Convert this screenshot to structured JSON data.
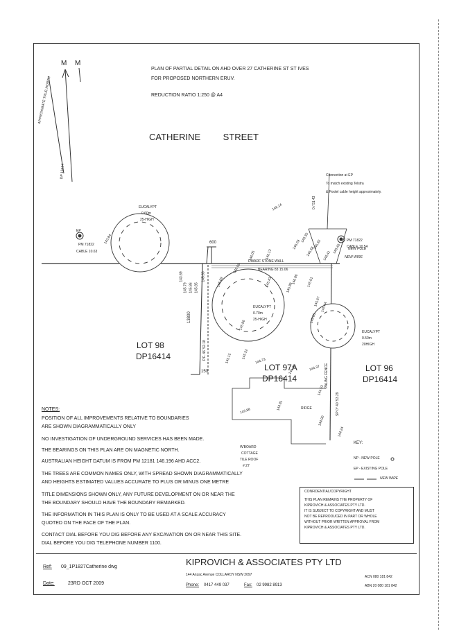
{
  "header": {
    "line1": "PLAN OF PARTIAL DETAIL ON AHD OVER 27 CATHERINE ST ST IVES",
    "line2": "FOR PROPOSED NORTHERN ERUV.",
    "reduction": "REDUCTION RATIO 1:250 @ A4"
  },
  "north": {
    "labels": [
      "M",
      "M"
    ],
    "approx_true_north": "APPROXIMATE TRUE NORTH",
    "dp_ref": "DP 16414"
  },
  "street": "CATHERINE         STREET",
  "connection_note": [
    "Connection at EP",
    "To match existing Telstra",
    "& Foxtel cable height approximately."
  ],
  "lots": [
    {
      "name": "LOT 98",
      "dp": "DP16414"
    },
    {
      "name": "LOT 97A",
      "dp": "DP16414"
    },
    {
      "name": "LOT 96",
      "dp": "DP16414"
    }
  ],
  "trees": [
    {
      "lines": [
        "EUCALYPT",
        "0.60m",
        "25-HIGH"
      ]
    },
    {
      "lines": [
        "EUCALYPT",
        "0.70m",
        "25-HIGH"
      ]
    },
    {
      "lines": [
        "EUCALYPT",
        "0.50m",
        "20HIGH"
      ]
    }
  ],
  "poles": {
    "left": [
      "EP",
      "PM 71822",
      "CABLE 10.63"
    ],
    "right": [
      "PM 71822",
      "CABLE 10.54"
    ]
  },
  "plan_labels": {
    "dim_600": "600",
    "dim_13800": "13800",
    "dim_150": "150",
    "wall": "DWARF STONE WALL",
    "bearing": "BEARING 83 15.06",
    "fence": "PALING FENCE",
    "fence_bearing": "SP 0° 40' 53.29",
    "left_bearing": "P.F. 46' 52.18",
    "new_wire": "NEW WIRE",
    "new_pole": "NEW POLE",
    "cottage": [
      "W'BOARD",
      "COTTAGE",
      "TILE ROOF",
      "# 27"
    ],
    "ridge": "RIDGE",
    "chainage": "0 / 51.43"
  },
  "spot_levels": [
    "146.24",
    "146.35",
    "146.29",
    "146.30",
    "146.38",
    "146.46",
    "146.41",
    "146.13",
    "146.05",
    "146.08",
    "145.79",
    "145.86",
    "145.85",
    "145.63",
    "145.69",
    "146.06",
    "145.88",
    "145.91",
    "145.67",
    "145.44",
    "145.65",
    "145.86",
    "145.43",
    "144.73",
    "144.48",
    "144.37",
    "144.53",
    "144.81",
    "145.15",
    "145.22",
    "144.90",
    "144.24",
    "143.88",
    "143.84",
    "143.69"
  ],
  "notes": {
    "heading": "NOTES:",
    "items": [
      "POSITION OF ALL IMPROVEMENTS RELATIVE TO BOUNDARIES",
      "ARE SHOWN DIAGRAMMATICALLY ONLY",
      "NO INVESTIGATION OF UNDERGROUND SERVICES HAS BEEN MADE.",
      "THE BEARINGS ON THIS PLAN ARE ON MAGNETIC NORTH.",
      "AUSTRALIAN HEIGHT DATUM IS FROM PM 12181 146.196 AHD ACC2.",
      "THE TREES ARE COMMON NAMES ONLY, WITH SPREAD SHOWN DIAGRAMMATICALLY",
      "AND HEIGHTS ESTIMATED VALUES ACCURATE TO PLUS OR MINUS ONE METRE",
      "TITLE DIMENSIONS SHOWN ONLY, ANY FUTURE DEVELOPMENT ON OR NEAR THE",
      "THE BOUNDARY SHOULD HAVE THE BOUNDARY REMARKED.",
      "THE INFORMATION IN THIS PLAN IS ONLY TO BE USED AT A SCALE ACCURACY",
      "QUOTED ON THE FACE OF THE PLAN.",
      "CONTACT DIAL BEFORE YOU DIG BEFORE ANY EXCAVATION ON OR NEAR THIS SITE.",
      "DIAL BEFORE YOU DIG TELEPHONE NUMBER 1100."
    ]
  },
  "key": {
    "title": "KEY:",
    "np": "NP - NEW POLE",
    "ep": "EP - EXISTING POLE",
    "wire": "NEW WIRE"
  },
  "copyright": {
    "title": "CONFIDENTIAL/COPYRIGHT",
    "lines": [
      "THIS PLAN REMAINS THE PROPERTY OF",
      "KIPROVICH & ASSOCIATES PTY LTD.",
      "IT IS SUBJECT TO COPYRIGHT AND MUST",
      "NOT BE REPRODUCED IN PART OR WHOLE",
      "WITHOUT PRIOR WRITTEN APPROVAL FROM",
      "KIPROVICH & ASSOCIATES  PTY LTD."
    ]
  },
  "title_block": {
    "ref_label": "Ref:",
    "ref_value": "09_1P1827Catherine dwg",
    "date_label": "Date:",
    "date_value": "23RD OCT 2009",
    "company": "KIPROVICH & ASSOCIATES PTY LTD",
    "address": "144 Anzac Avenue COLLAROY   NSW 2097",
    "phone_label": "Phone:",
    "phone": "0417 449 037",
    "fax_label": "Fax:",
    "fax": "02 9982 8913",
    "acn": "ACN 080 181 842",
    "abn": "ABN 20 080 181 842"
  }
}
